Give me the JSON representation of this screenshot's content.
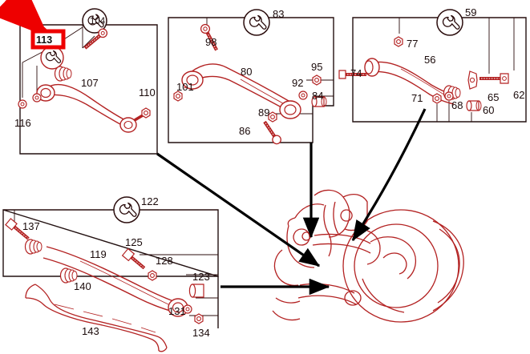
{
  "diagram": {
    "title": "Rear suspension / rear axle control arms exploded parts diagram",
    "colors": {
      "line": "#2b0d0d",
      "part_outline": "#b32222",
      "panel_border": "#221010",
      "highlight": "#ee0000",
      "arrow": "#ee0000",
      "leader": "#000000",
      "background": "#ffffff"
    },
    "highlight": {
      "target_label": "113",
      "shape": "rectangle",
      "stroke_color": "#ee0000",
      "arrow": "red-arrow-pointing-down-right"
    },
    "panels": [
      {
        "id": "panel-upper-left",
        "tool_callout": {
          "label": "104",
          "icon": "wrench-icon",
          "style": "circle"
        },
        "part_labels": [
          {
            "ref": "113",
            "highlighted": true
          },
          {
            "ref": "107",
            "highlighted": false
          },
          {
            "ref": "110",
            "highlighted": false
          },
          {
            "ref": "116",
            "highlighted": false
          }
        ]
      },
      {
        "id": "panel-upper-middle",
        "tool_callout": {
          "label": "83",
          "icon": "wrench-icon",
          "style": "circle"
        },
        "part_labels": [
          {
            "ref": "98",
            "highlighted": false
          },
          {
            "ref": "101",
            "highlighted": false
          },
          {
            "ref": "80",
            "highlighted": false
          },
          {
            "ref": "92",
            "highlighted": false
          },
          {
            "ref": "95",
            "highlighted": false
          },
          {
            "ref": "84",
            "highlighted": false
          },
          {
            "ref": "89",
            "highlighted": false
          },
          {
            "ref": "86",
            "highlighted": false
          }
        ]
      },
      {
        "id": "panel-upper-right",
        "tool_callout": {
          "label": "59",
          "icon": "wrench-icon",
          "style": "circle"
        },
        "part_labels": [
          {
            "ref": "77",
            "highlighted": false
          },
          {
            "ref": "74",
            "highlighted": false
          },
          {
            "ref": "56",
            "highlighted": false
          },
          {
            "ref": "62",
            "highlighted": false
          },
          {
            "ref": "65",
            "highlighted": false
          },
          {
            "ref": "71",
            "highlighted": false
          },
          {
            "ref": "68",
            "highlighted": false
          },
          {
            "ref": "60",
            "highlighted": false
          }
        ]
      },
      {
        "id": "panel-lower-left",
        "tool_callout": {
          "label": "122",
          "icon": "wrench-icon",
          "style": "circle"
        },
        "part_labels": [
          {
            "ref": "137",
            "highlighted": false
          },
          {
            "ref": "119",
            "highlighted": false
          },
          {
            "ref": "125",
            "highlighted": false
          },
          {
            "ref": "128",
            "highlighted": false
          },
          {
            "ref": "140",
            "highlighted": false
          },
          {
            "ref": "123",
            "highlighted": false
          },
          {
            "ref": "131",
            "highlighted": false
          },
          {
            "ref": "134",
            "highlighted": false
          },
          {
            "ref": "143",
            "highlighted": false
          }
        ]
      }
    ],
    "assembly": {
      "id": "rear-axle-assembly",
      "description": "rear wheel carrier, hub and brake disc assembly"
    },
    "leaders": [
      {
        "from": "panel-upper-left",
        "to": "rear-axle-assembly",
        "style": "straight-arrow"
      },
      {
        "from": "panel-upper-middle",
        "to": "rear-axle-assembly",
        "style": "vertical-arrow"
      },
      {
        "from": "panel-upper-right",
        "to": "rear-axle-assembly",
        "style": "curved-arrow"
      },
      {
        "from": "panel-lower-left",
        "to": "rear-axle-assembly",
        "style": "horizontal-arrow"
      }
    ]
  }
}
